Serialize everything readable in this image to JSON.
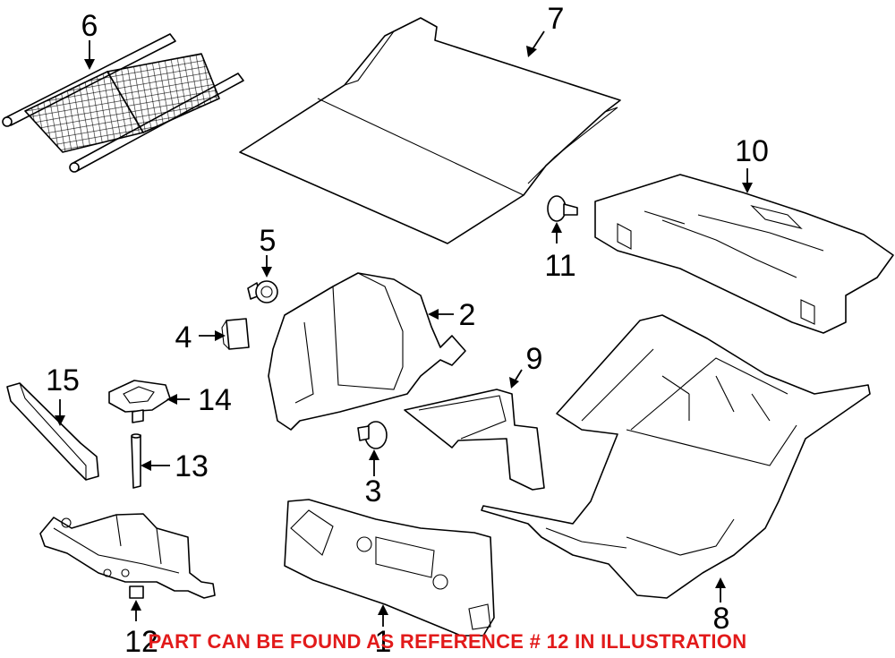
{
  "callouts": {
    "n1": "1",
    "n2": "2",
    "n3": "3",
    "n4": "4",
    "n5": "5",
    "n6": "6",
    "n7": "7",
    "n8": "8",
    "n9": "9",
    "n10": "10",
    "n11": "11",
    "n12": "12",
    "n13": "13",
    "n14": "14",
    "n15": "15"
  },
  "banner": {
    "text": "PART CAN BE FOUND AS REFERENCE # 12 IN ILLUSTRATION",
    "color": "#e21a1a"
  }
}
